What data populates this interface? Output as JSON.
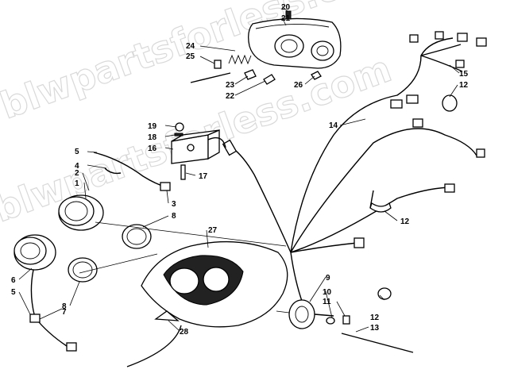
{
  "watermark": {
    "text_top": "blwpartsforless.com",
    "text_bottom": "blwpartsforless.com"
  },
  "callouts": {
    "c1": "1",
    "c2": "2",
    "c3": "3",
    "c4": "4",
    "c5a": "5",
    "c5b": "5",
    "c6": "6",
    "c7": "7",
    "c8a": "8",
    "c8b": "8",
    "c9": "9",
    "c10": "10",
    "c11": "11",
    "c12a": "12",
    "c12b": "12",
    "c12c": "12",
    "c13": "13",
    "c14": "14",
    "c15": "15",
    "c16": "16",
    "c17": "17",
    "c18": "18",
    "c19": "19",
    "c20": "20",
    "c21": "21",
    "c22": "22",
    "c23": "23",
    "c24": "24",
    "c25": "25",
    "c26": "26",
    "c27": "27",
    "c28": "28"
  }
}
